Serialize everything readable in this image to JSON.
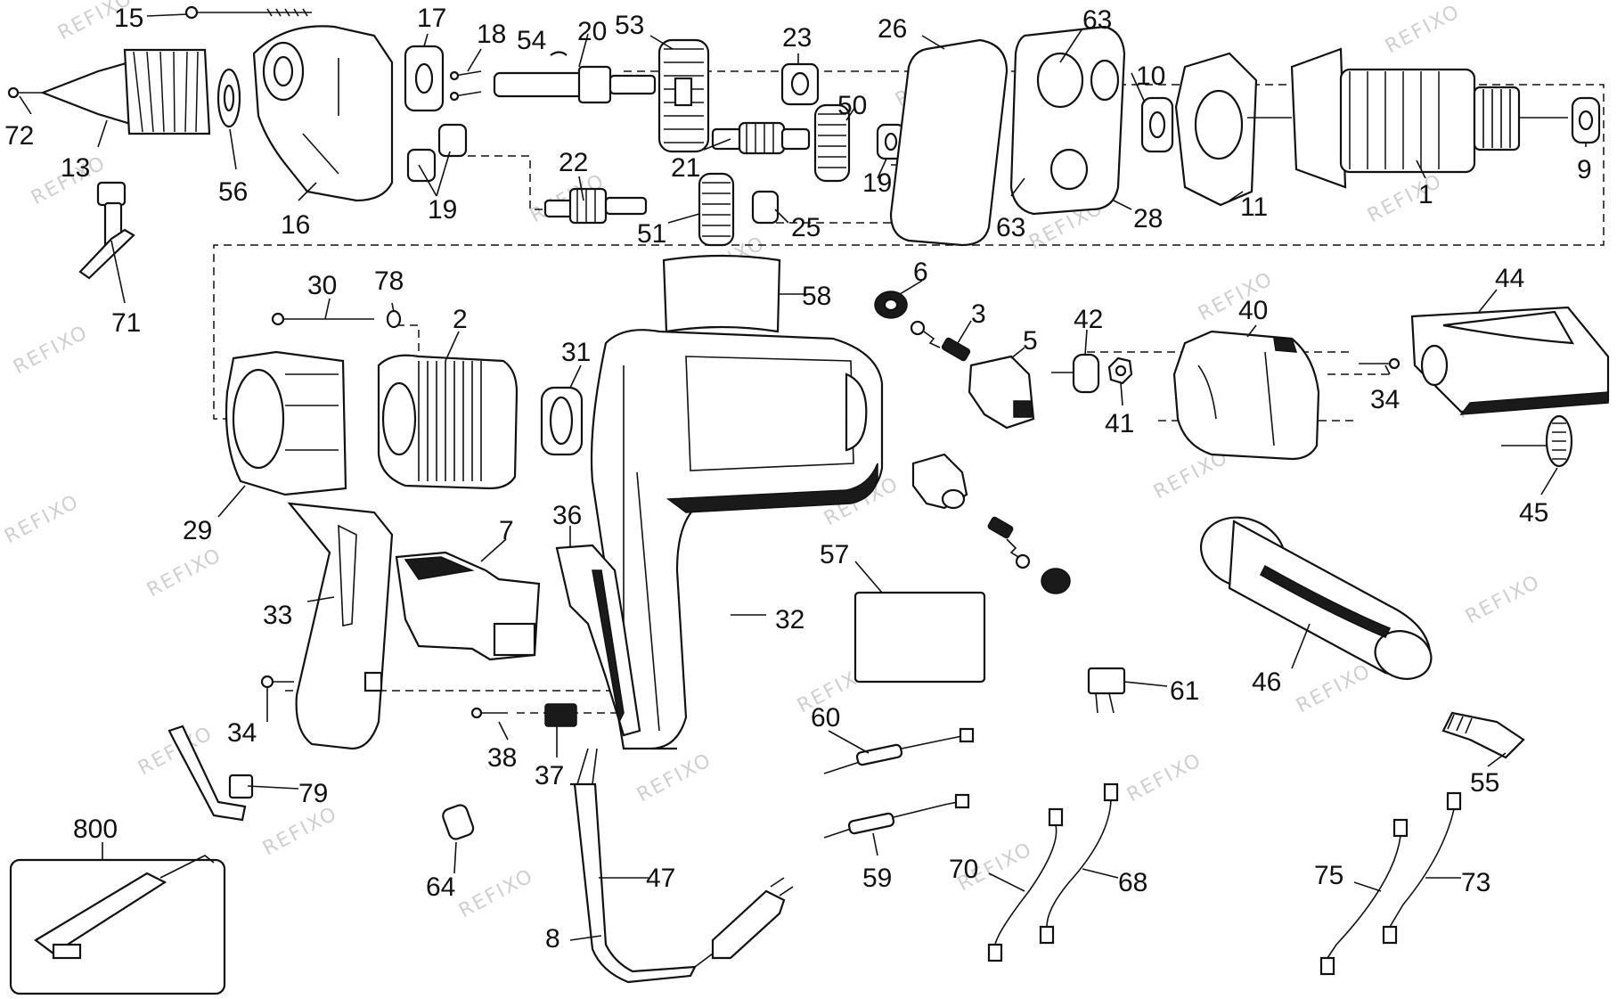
{
  "watermark": "REFIXO",
  "labels": [
    {
      "id": "p15",
      "text": "15"
    },
    {
      "id": "p17",
      "text": "17"
    },
    {
      "id": "p18",
      "text": "18"
    },
    {
      "id": "p54",
      "text": "54"
    },
    {
      "id": "p20",
      "text": "20"
    },
    {
      "id": "p53",
      "text": "53"
    },
    {
      "id": "p23",
      "text": "23"
    },
    {
      "id": "p26",
      "text": "26"
    },
    {
      "id": "p63a",
      "text": "63"
    },
    {
      "id": "p10",
      "text": "10"
    },
    {
      "id": "p72",
      "text": "72"
    },
    {
      "id": "p13",
      "text": "13"
    },
    {
      "id": "p56",
      "text": "56"
    },
    {
      "id": "p16",
      "text": "16"
    },
    {
      "id": "p19a",
      "text": "19"
    },
    {
      "id": "p22",
      "text": "22"
    },
    {
      "id": "p21",
      "text": "21"
    },
    {
      "id": "p50",
      "text": "50"
    },
    {
      "id": "p19b",
      "text": "19"
    },
    {
      "id": "p51",
      "text": "51"
    },
    {
      "id": "p25",
      "text": "25"
    },
    {
      "id": "p63b",
      "text": "63"
    },
    {
      "id": "p28",
      "text": "28"
    },
    {
      "id": "p11",
      "text": "11"
    },
    {
      "id": "p1",
      "text": "1"
    },
    {
      "id": "p9",
      "text": "9"
    },
    {
      "id": "p71",
      "text": "71"
    },
    {
      "id": "p30",
      "text": "30"
    },
    {
      "id": "p78",
      "text": "78"
    },
    {
      "id": "p2",
      "text": "2"
    },
    {
      "id": "p58",
      "text": "58"
    },
    {
      "id": "p6",
      "text": "6"
    },
    {
      "id": "p3",
      "text": "3"
    },
    {
      "id": "p5",
      "text": "5"
    },
    {
      "id": "p42",
      "text": "42"
    },
    {
      "id": "p40",
      "text": "40"
    },
    {
      "id": "p44",
      "text": "44"
    },
    {
      "id": "p31",
      "text": "31"
    },
    {
      "id": "p41",
      "text": "41"
    },
    {
      "id": "p34a",
      "text": "34"
    },
    {
      "id": "p45",
      "text": "45"
    },
    {
      "id": "p29",
      "text": "29"
    },
    {
      "id": "p7",
      "text": "7"
    },
    {
      "id": "p36",
      "text": "36"
    },
    {
      "id": "p57",
      "text": "57"
    },
    {
      "id": "p33",
      "text": "33"
    },
    {
      "id": "p32",
      "text": "32"
    },
    {
      "id": "p46",
      "text": "46"
    },
    {
      "id": "p34b",
      "text": "34"
    },
    {
      "id": "p38",
      "text": "38"
    },
    {
      "id": "p37",
      "text": "37"
    },
    {
      "id": "p61",
      "text": "61"
    },
    {
      "id": "p60",
      "text": "60"
    },
    {
      "id": "p55",
      "text": "55"
    },
    {
      "id": "p79",
      "text": "79"
    },
    {
      "id": "p800",
      "text": "800"
    },
    {
      "id": "p47",
      "text": "47"
    },
    {
      "id": "p64",
      "text": "64"
    },
    {
      "id": "p59",
      "text": "59"
    },
    {
      "id": "p70",
      "text": "70"
    },
    {
      "id": "p68",
      "text": "68"
    },
    {
      "id": "p75",
      "text": "75"
    },
    {
      "id": "p73",
      "text": "73"
    },
    {
      "id": "p8",
      "text": "8"
    }
  ]
}
